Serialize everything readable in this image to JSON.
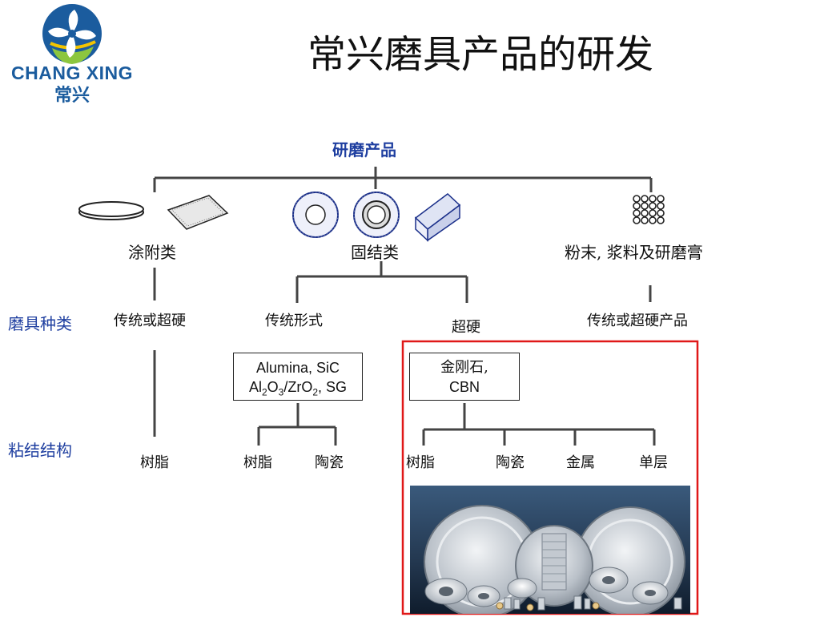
{
  "logo": {
    "name_en": "CHANG XING",
    "name_cn": "常兴"
  },
  "title": "常兴磨具产品的研发",
  "root": "研磨产品",
  "categories": {
    "coated": "涂附类",
    "bonded": "固结类",
    "powder": "粉末, 浆料及研磨膏"
  },
  "side_labels": {
    "types": "磨具种类",
    "bond": "粘结结构"
  },
  "types": {
    "coated": "传统或超硬",
    "traditional": "传统形式",
    "superhard": "超硬",
    "powder": "传统或超硬产品"
  },
  "box_traditional": {
    "line1": "Alumina, SiC",
    "line2": {
      "a": "Al",
      "s1": "2",
      "b": "O",
      "s2": "3",
      "c": "/ZrO",
      "s3": "2",
      "d": ", SG"
    }
  },
  "box_superhard": {
    "line1": "金刚石,",
    "line2": "CBN"
  },
  "bonds": {
    "coated": "树脂",
    "traditional": [
      "树脂",
      "陶瓷"
    ],
    "superhard": [
      "树脂",
      "陶瓷",
      "金属",
      "单层"
    ]
  },
  "colors": {
    "title_blue": "#1f3fa0",
    "highlight_red": "#e01818",
    "logo_blue": "#1b5c9e",
    "logo_green": "#8cc63f",
    "logo_yellow": "#f2c400"
  }
}
